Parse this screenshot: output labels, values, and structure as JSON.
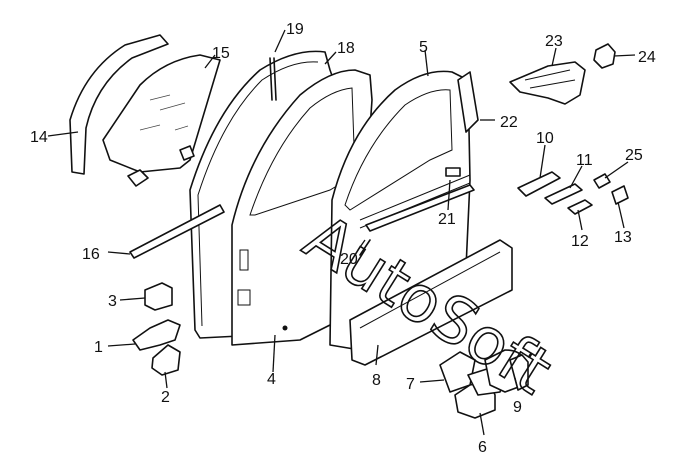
{
  "diagram": {
    "watermark": "AutoSoft",
    "callouts": [
      {
        "id": "c1",
        "label": "1"
      },
      {
        "id": "c2",
        "label": "2"
      },
      {
        "id": "c3",
        "label": "3"
      },
      {
        "id": "c4",
        "label": "4"
      },
      {
        "id": "c5",
        "label": "5"
      },
      {
        "id": "c6",
        "label": "6"
      },
      {
        "id": "c7",
        "label": "7"
      },
      {
        "id": "c8",
        "label": "8"
      },
      {
        "id": "c9",
        "label": "9"
      },
      {
        "id": "c10",
        "label": "10"
      },
      {
        "id": "c11",
        "label": "11"
      },
      {
        "id": "c12",
        "label": "12"
      },
      {
        "id": "c13",
        "label": "13"
      },
      {
        "id": "c14",
        "label": "14"
      },
      {
        "id": "c15",
        "label": "15"
      },
      {
        "id": "c16",
        "label": "16"
      },
      {
        "id": "c18",
        "label": "18"
      },
      {
        "id": "c19",
        "label": "19"
      },
      {
        "id": "c20",
        "label": "20"
      },
      {
        "id": "c21",
        "label": "21"
      },
      {
        "id": "c22",
        "label": "22"
      },
      {
        "id": "c23",
        "label": "23"
      },
      {
        "id": "c24",
        "label": "24"
      },
      {
        "id": "c25",
        "label": "25"
      }
    ]
  }
}
